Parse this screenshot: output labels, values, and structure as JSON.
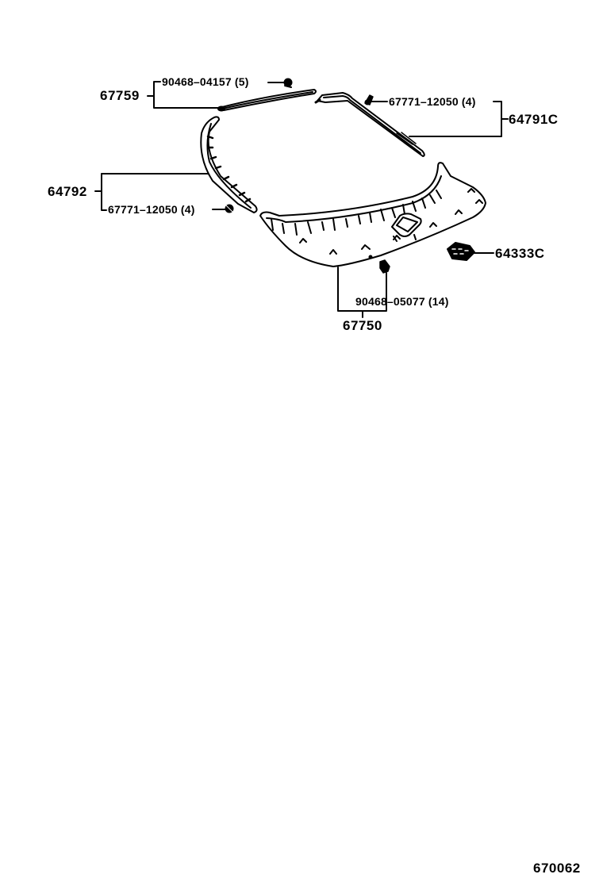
{
  "diagram": {
    "type": "exploded parts diagram",
    "subject": "back door / rear hatch garnish and weatherstrip trims",
    "line_color": "#000000",
    "background_color": "#ffffff",
    "drawing_code": "670062"
  },
  "callouts": {
    "p67759": {
      "part_no": "67759"
    },
    "p90468_04157": {
      "part_no": "90468–04157 (5)"
    },
    "p67771_12050_right": {
      "part_no": "67771–12050 (4)"
    },
    "p64791C": {
      "part_no": "64791C"
    },
    "p64792": {
      "part_no": "64792"
    },
    "p67771_12050_left": {
      "part_no": "67771–12050 (4)"
    },
    "p64333C": {
      "part_no": "64333C"
    },
    "p90468_05077": {
      "part_no": "90468–05077 (14)"
    },
    "p67750": {
      "part_no": "67750"
    }
  }
}
